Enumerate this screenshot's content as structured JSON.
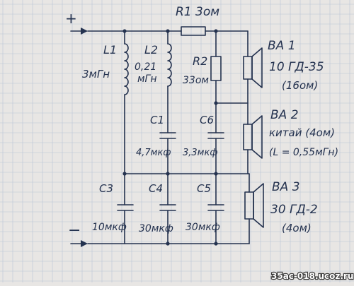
{
  "colors": {
    "paper": "#e8e6e4",
    "grid": "#b9c3d6",
    "ink": "#24324f",
    "badge": "#3a3a3a"
  },
  "terminals": {
    "plus": "+",
    "minus": "−"
  },
  "components": {
    "r1": {
      "ref": "R1",
      "value": "3ом"
    },
    "l1": {
      "ref": "L1",
      "value": "3мГн"
    },
    "l2": {
      "ref": "L2",
      "value1": "0,21",
      "value2": "мГн"
    },
    "r2": {
      "ref": "R2",
      "value": "33ом"
    },
    "c1": {
      "ref": "C1",
      "value": "4,7мкф"
    },
    "c6": {
      "ref": "C6",
      "value": "3,3мкф"
    },
    "c3": {
      "ref": "C3",
      "value": "10мкф"
    },
    "c4": {
      "ref": "C4",
      "value": "30мкф"
    },
    "c5": {
      "ref": "C5",
      "value": "30мкф"
    }
  },
  "speakers": {
    "ba1": {
      "ref": "ВА 1",
      "model": "10 ГД-35",
      "impedance": "(16ом)"
    },
    "ba2": {
      "ref": "ВА 2",
      "model": "китай (4ом)",
      "impedance": "(L = 0,55мГн)"
    },
    "ba3": {
      "ref": "ВА 3",
      "model": "30 ГД-2",
      "impedance": "(4ом)"
    }
  },
  "watermark": "35ac-018.ucoz.ru"
}
